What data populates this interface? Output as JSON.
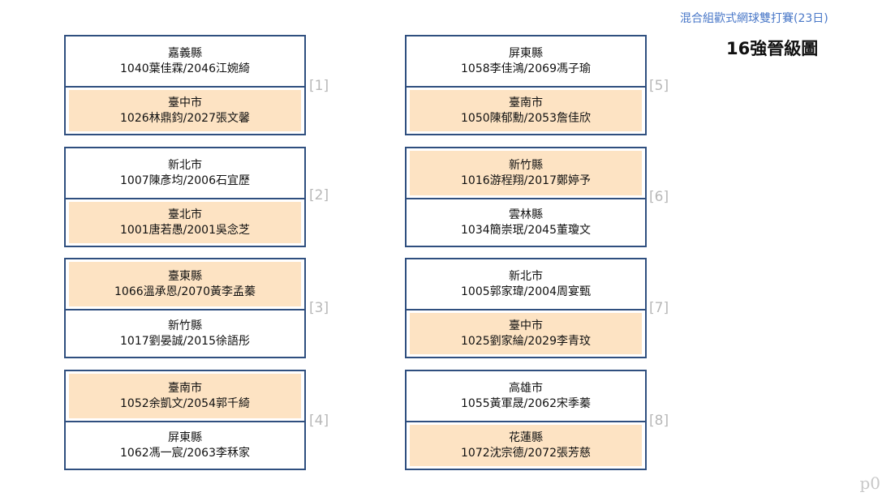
{
  "header": {
    "event_title": "混合組歡式網球雙打賽(23日)",
    "page_heading": "16強晉級圖"
  },
  "matches": [
    {
      "label": "[1]",
      "top": {
        "county": "嘉義縣",
        "players": "1040葉佳霖/2046江婉綺",
        "winner": false
      },
      "bottom": {
        "county": "臺中市",
        "players": "1026林鼎鈞/2027張文馨",
        "winner": true
      }
    },
    {
      "label": "[2]",
      "top": {
        "county": "新北市",
        "players": "1007陳彥均/2006石宜歷",
        "winner": false
      },
      "bottom": {
        "county": "臺北市",
        "players": "1001唐若愚/2001吳念芝",
        "winner": true
      }
    },
    {
      "label": "[3]",
      "top": {
        "county": "臺東縣",
        "players": "1066溫承恩/2070黃李孟蓁",
        "winner": true
      },
      "bottom": {
        "county": "新竹縣",
        "players": "1017劉晏誠/2015徐語彤",
        "winner": false
      }
    },
    {
      "label": "[4]",
      "top": {
        "county": "臺南市",
        "players": "1052余凱文/2054郭千綺",
        "winner": true
      },
      "bottom": {
        "county": "屏東縣",
        "players": "1062馮一宸/2063李秝家",
        "winner": false
      }
    },
    {
      "label": "[5]",
      "top": {
        "county": "屏東縣",
        "players": "1058李佳鴻/2069馮子瑜",
        "winner": false
      },
      "bottom": {
        "county": "臺南市",
        "players": "1050陳郁勳/2053詹佳欣",
        "winner": true
      }
    },
    {
      "label": "[6]",
      "top": {
        "county": "新竹縣",
        "players": "1016游程翔/2017鄭婷予",
        "winner": true
      },
      "bottom": {
        "county": "雲林縣",
        "players": "1034簡崇珉/2045董瓊文",
        "winner": false
      }
    },
    {
      "label": "[7]",
      "top": {
        "county": "新北市",
        "players": "1005郭家瑋/2004周宴甄",
        "winner": false
      },
      "bottom": {
        "county": "臺中市",
        "players": "1025劉家綸/2029李青玟",
        "winner": true
      }
    },
    {
      "label": "[8]",
      "top": {
        "county": "高雄市",
        "players": "1055黃軍晟/2062宋季蓁",
        "winner": false
      },
      "bottom": {
        "county": "花蓮縣",
        "players": "1072沈宗德/2072張芳慈",
        "winner": true
      }
    }
  ],
  "footer": {
    "page_label": "p0"
  },
  "colors": {
    "winner_highlight": "#fde3c3",
    "box_border": "#2f4f7f",
    "event_title": "#4a78c8",
    "match_label": "#b8b8b8"
  }
}
